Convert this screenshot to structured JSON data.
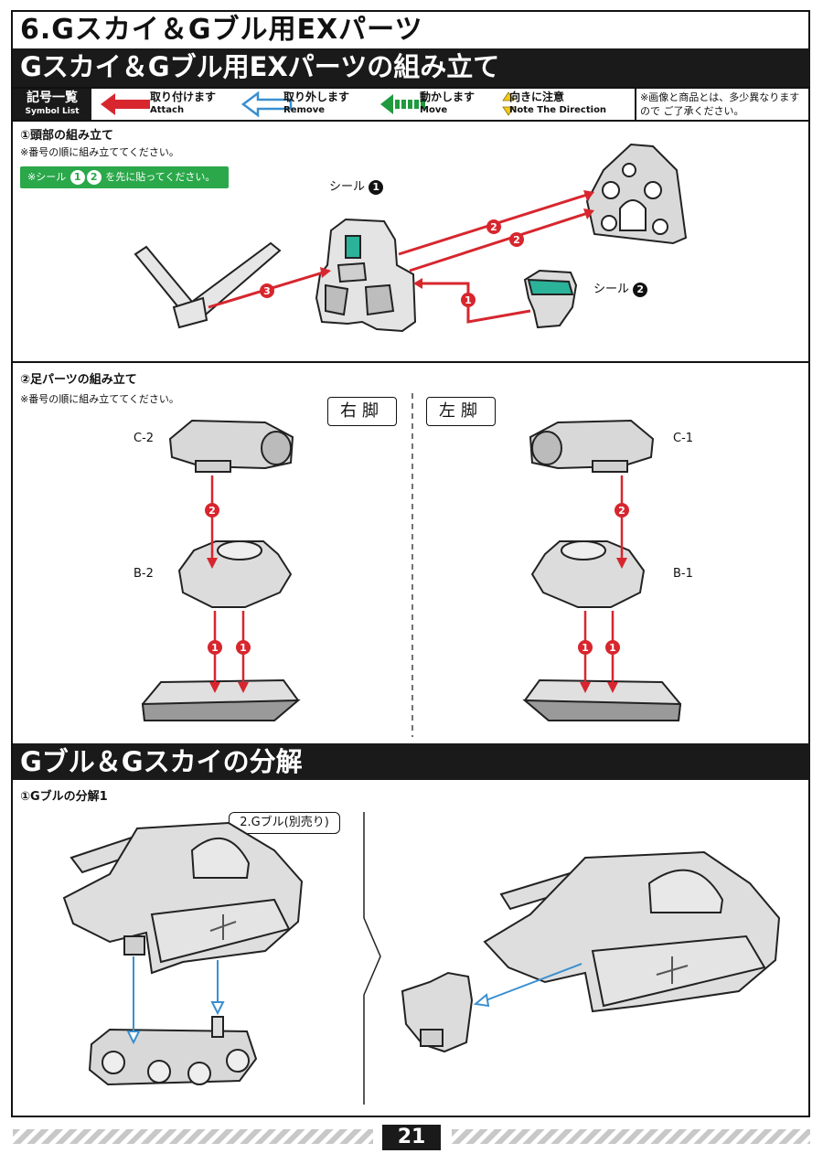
{
  "page_title": "6.Gスカイ＆Gブル用EXパーツ",
  "section1_title": "Gスカイ＆Gブル用EXパーツの組み立て",
  "symbols": {
    "list_jp": "記号一覧",
    "list_en": "Symbol List",
    "attach_jp": "取り付けます",
    "attach_en": "Attach",
    "remove_jp": "取り外します",
    "remove_en": "Remove",
    "move_jp": "動かします",
    "move_en": "Move",
    "direction_jp": "向きに注意",
    "direction_en": "Note The Direction",
    "note": "※画像と商品とは、多少異なります ので ご了承ください。"
  },
  "step1": {
    "title": "①頭部の組み立て",
    "note": "※番号の順に組み立ててください。",
    "sticker_note_prefix": "※シール",
    "sticker_note_suffix": "を先に貼ってください。",
    "sticker_nums": [
      "1",
      "2"
    ],
    "seal_label": "シール",
    "seal1": "1",
    "seal2": "2",
    "arrow_nums": [
      "1",
      "2",
      "2",
      "3"
    ]
  },
  "step2": {
    "title": "②足パーツの組み立て",
    "note": "※番号の順に組み立ててください。",
    "right_leg": "右脚",
    "left_leg": "左脚",
    "right_labels": [
      "C-2",
      "B-2"
    ],
    "left_labels": [
      "C-1",
      "B-1"
    ],
    "arrow_nums": [
      "2",
      "1",
      "1"
    ]
  },
  "section2_title": "Gブル＆Gスカイの分解",
  "step3": {
    "title": "①Gブルの分解1",
    "tag": "2.Gブル(別売り)"
  },
  "page_number": "21",
  "colors": {
    "attach": "#d7262e",
    "remove": "#3a8fd0",
    "move": "#1f9a3f",
    "direction": "#f2c81a",
    "bar": "#1a1a1a"
  }
}
